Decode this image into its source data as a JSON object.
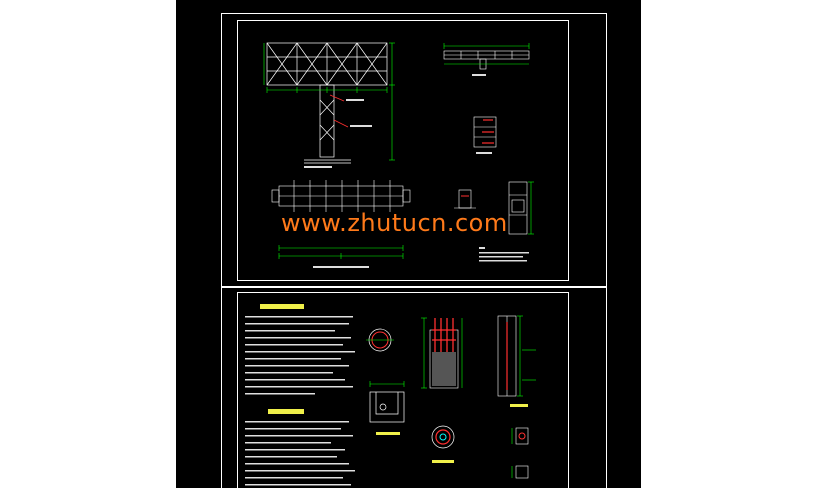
{
  "watermark": {
    "text": "www.zhutucn.com"
  },
  "drawing": {
    "background": "#000000",
    "line_color": "#ffffff",
    "dimension_color": "#00ff00",
    "accent_color": "#ff3030",
    "text_color": "#ffff66",
    "watermark_color": "#ff7a1a"
  },
  "sheet1": {
    "views": [
      "billboard-elevation",
      "top-frame-detail",
      "plan-view",
      "connection-detail",
      "section-detail",
      "side-detail",
      "notes-block"
    ]
  },
  "sheet2": {
    "views": [
      "design-notes",
      "pile-section",
      "column-elevation",
      "base-plan",
      "pile-cross-section",
      "anchor-details"
    ]
  }
}
